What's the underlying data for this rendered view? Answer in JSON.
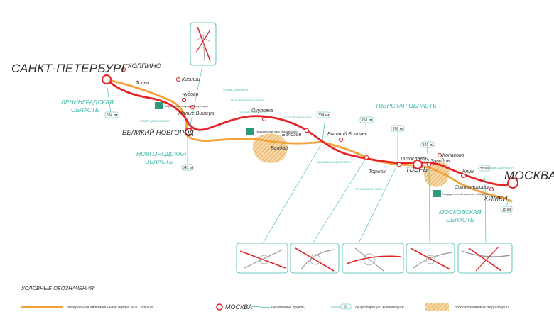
{
  "colors": {
    "route_red": "#e3252a",
    "route_orange": "#f2a23a",
    "teal": "#3cb7a8",
    "green_zone": "#2e9a7d",
    "hatch": "#e8a14a"
  },
  "cities": {
    "spb": "САНКТ-ПЕТЕРБУРГ",
    "kolpino": "КОЛПИНО",
    "tosno": "Тосно",
    "kirishi": "Кириши",
    "chudovo": "Чудово",
    "malaya_vishera": "Малые Вишера",
    "novgorod": "ВЕЛИКИЙ НОВГОРОД",
    "okulovka": "Окуловка",
    "bologoe": "Бологое",
    "valdai": "Валдай",
    "vyshny": "Вышний Волочек",
    "torzhok": "Торжок",
    "likhoslavl": "Лихославль",
    "tver": "ТВЕРЬ",
    "zavidovo": "Завидово",
    "konakovo": "Конаково",
    "klin": "Клин",
    "solnechnogorsk": "Солнечногорск",
    "khimki": "ХИМКИ",
    "moskva": "МОСКВА"
  },
  "regions": {
    "leningrad": [
      "ЛЕНИНГРАДСКАЯ",
      "ОБЛАСТЬ"
    ],
    "novgorod": [
      "НОВГОРОДСКАЯ",
      "ОБЛАСТЬ"
    ],
    "tver": "ТВЕРСКАЯ ОБЛАСТЬ",
    "moscow": [
      "МОСКОВСКАЯ",
      "ОБЛАСТЬ"
    ]
  },
  "districts": {
    "novgorod_d": "НОВГОРОДСКИЙ РАЙОН",
    "chudovo_d": "ЧУДОВСКИЙ РАЙОН",
    "malovishersky_d": "МАЛОВИШЕРСКИЙ РАЙОН",
    "okulovsky_d": "ОКУЛОВСКИЙ РАЙОН",
    "bologovsky_d": "БОЛОГОВСКИЙ РАЙОН",
    "vyshnevolotsky_d": "ВЫШНЕВОЛОЦКИЙ РАЙОН",
    "torzhoksky_d": "ТОРЖОКСКИЙ РАЙОН",
    "khimki_d": "ХИМКИНСКИЙ РАЙОН"
  },
  "km_markers": {
    "k684": "684 км",
    "k334": "334 км",
    "k258": "258 км",
    "k208": "208 км",
    "k149": "149 км",
    "k543": "543 км",
    "k58": "58 км",
    "k15": "15 км"
  },
  "notes": {
    "nature_novgorod": "Охраняемая природная территория",
    "valdai_park": "Национальный парк «Валдайский»",
    "zavidovo_reserve": "Государственный комплекс «Завидово»"
  },
  "legend": {
    "title": "УСЛОВНЫЕ ОБОЗНАЧЕНИЯ:",
    "federal_road": "Федеральная автомобильная дорога М-10 \"Россия\"",
    "moskva_sample": "МОСКВА",
    "settlements": "населенные пункты",
    "km_sample": "51",
    "km_existing": "существующий километраж",
    "protected": "особо охраняемые территории"
  }
}
